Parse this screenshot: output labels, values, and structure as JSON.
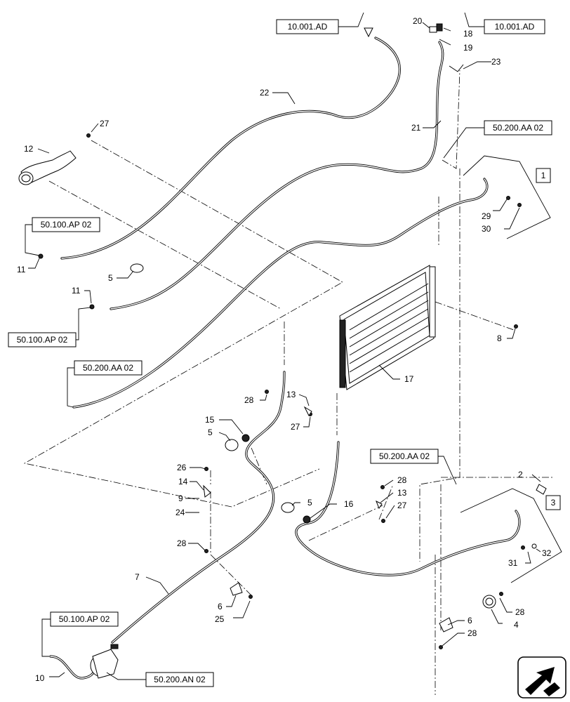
{
  "references": {
    "r1": "10.001.AD",
    "r2": "10.001.AD",
    "r3": "50.200.AA 02",
    "r4": "50.100.AP 02",
    "r5": "50.100.AP 02",
    "r6": "50.200.AA 02",
    "r7": "50.200.AA 02",
    "r8": "50.100.AP 02",
    "r9": "50.200.AN 02"
  },
  "groups": {
    "g1": "1",
    "g3": "3"
  },
  "callouts": {
    "c2": "2",
    "c4": "4",
    "c5a": "5",
    "c5b": "5",
    "c5c": "5",
    "c6a": "6",
    "c6b": "6",
    "c7": "7",
    "c8": "8",
    "c9": "9",
    "c10": "10",
    "c11a": "11",
    "c11b": "11",
    "c12": "12",
    "c13a": "13",
    "c13b": "13",
    "c14": "14",
    "c15": "15",
    "c16": "16",
    "c17": "17",
    "c18": "18",
    "c19": "19",
    "c20": "20",
    "c21": "21",
    "c22": "22",
    "c23": "23",
    "c24": "24",
    "c25": "25",
    "c26": "26",
    "c27a": "27",
    "c27b": "27",
    "c27c": "27",
    "c28a": "28",
    "c28b": "28",
    "c28c": "28",
    "c28d": "28",
    "c28e": "28",
    "c29": "29",
    "c30": "30",
    "c31": "31",
    "c32": "32"
  },
  "icons": {
    "navigation": "view-direction-arrow-icon"
  }
}
